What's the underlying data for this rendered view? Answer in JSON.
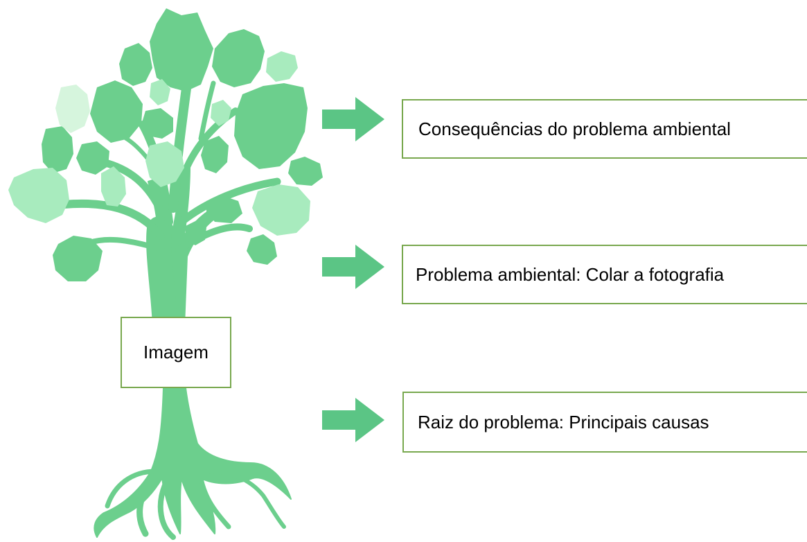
{
  "colors": {
    "trunk": "#6ccf8d",
    "leaf_dark": "#6ccf8d",
    "leaf_light": "#a8ebbe",
    "leaf_pale": "#d6f5dd",
    "arrow": "#5bc585",
    "box_border": "#78a84e"
  },
  "tree": {
    "label": "Imagem"
  },
  "rows": [
    {
      "label": "Consequências do problema ambiental",
      "icon": "right-arrow-icon"
    },
    {
      "label": "Problema ambiental: Colar a fotografia",
      "icon": "right-arrow-icon"
    },
    {
      "label": "Raiz do problema: Principais causas",
      "icon": "right-arrow-icon"
    }
  ]
}
